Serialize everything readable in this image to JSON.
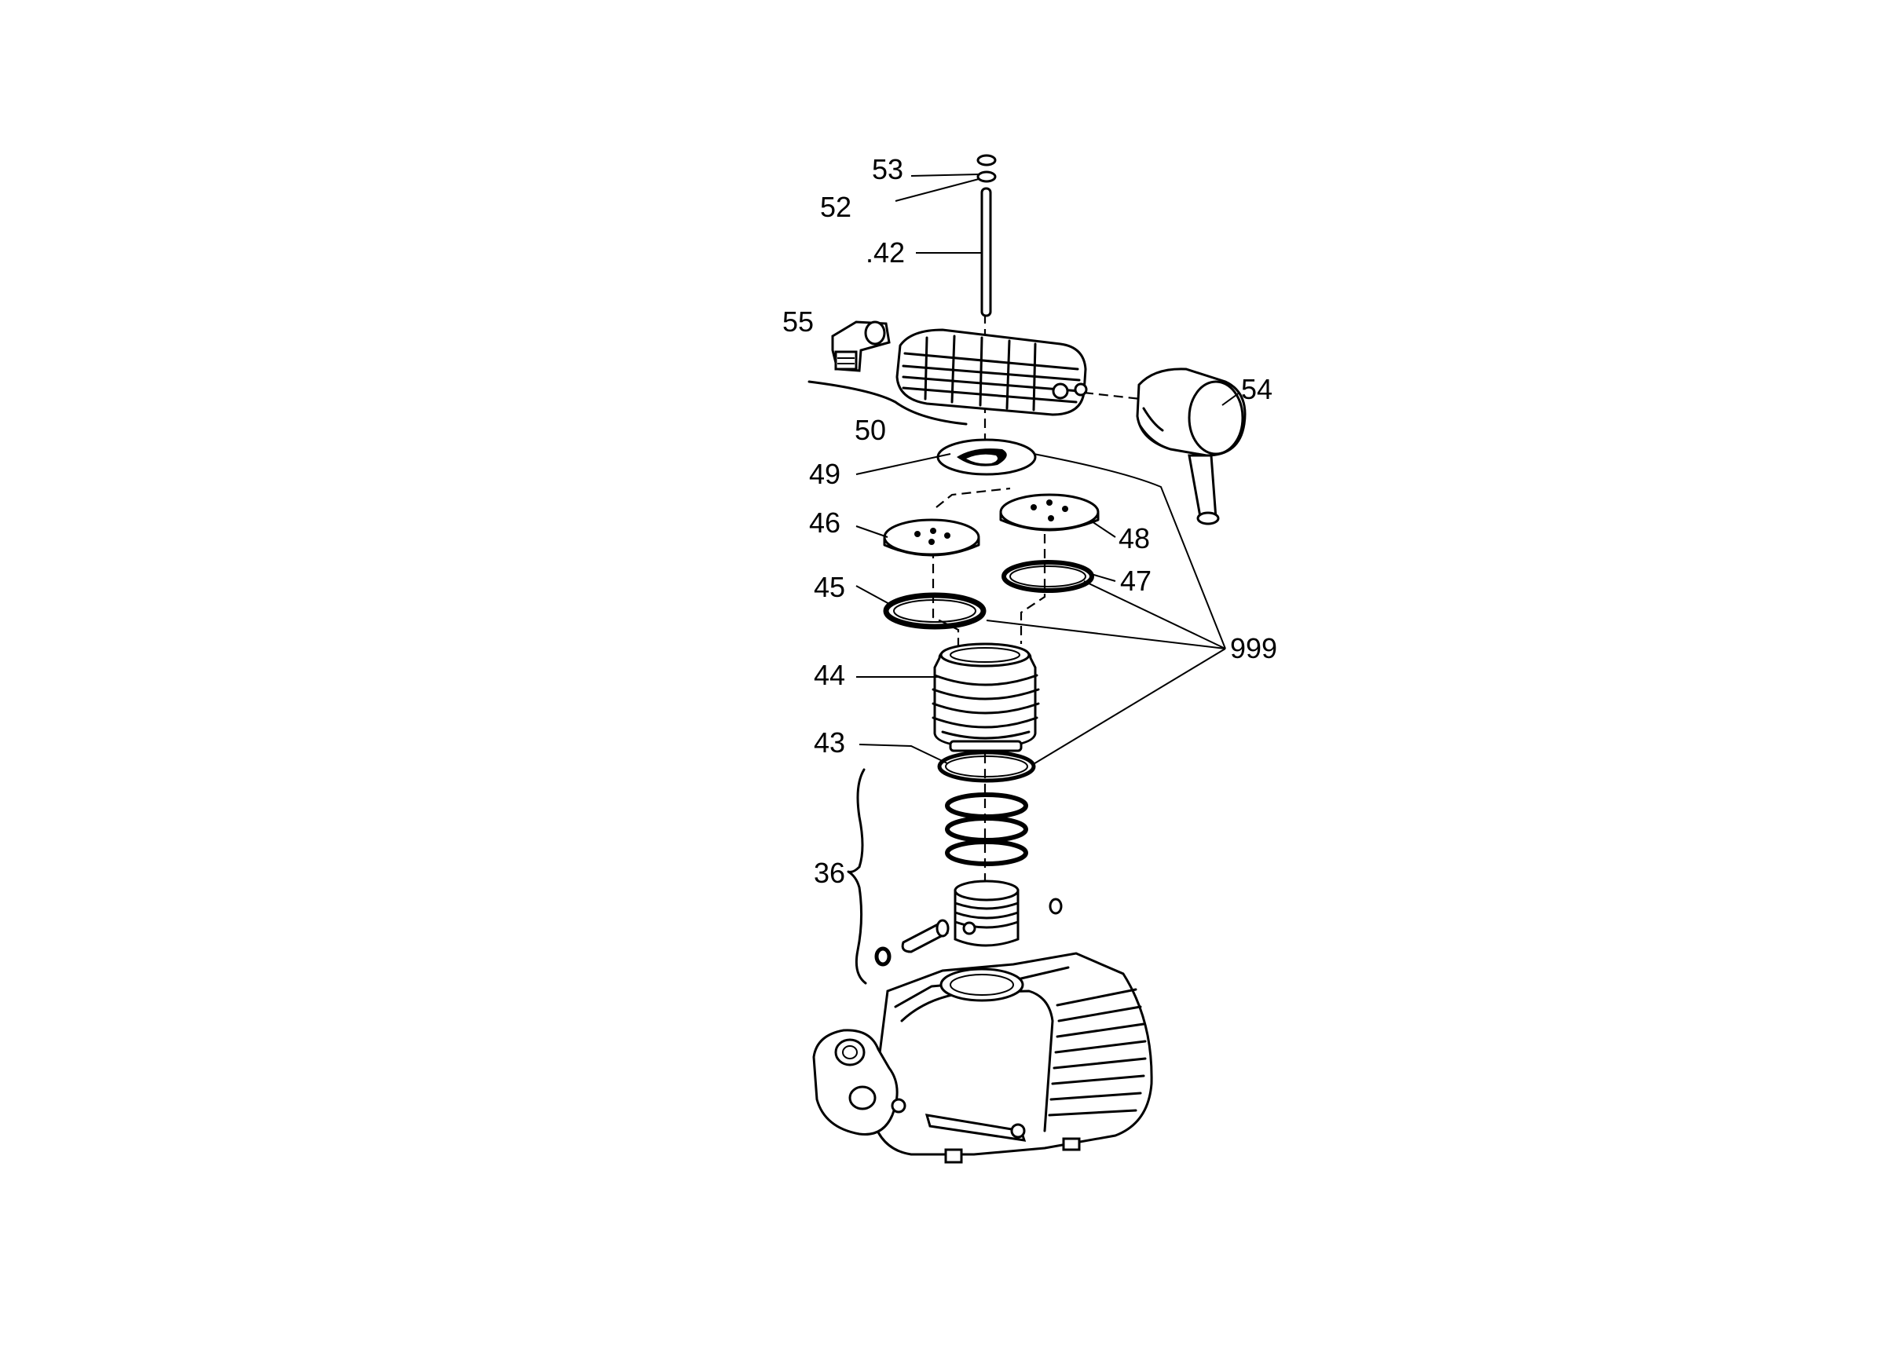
{
  "diagram": {
    "callouts": [
      {
        "id": "c53",
        "text": "53"
      },
      {
        "id": "c52",
        "text": "52"
      },
      {
        "id": "c42",
        "text": ".42"
      },
      {
        "id": "c55",
        "text": "55"
      },
      {
        "id": "c54",
        "text": "54"
      },
      {
        "id": "c50",
        "text": "50"
      },
      {
        "id": "c49",
        "text": "49"
      },
      {
        "id": "c46",
        "text": "46"
      },
      {
        "id": "c48",
        "text": "48"
      },
      {
        "id": "c45",
        "text": "45"
      },
      {
        "id": "c47",
        "text": "47"
      },
      {
        "id": "c999",
        "text": "999"
      },
      {
        "id": "c44",
        "text": "44"
      },
      {
        "id": "c43",
        "text": "43"
      },
      {
        "id": "c36",
        "text": "36"
      }
    ]
  }
}
